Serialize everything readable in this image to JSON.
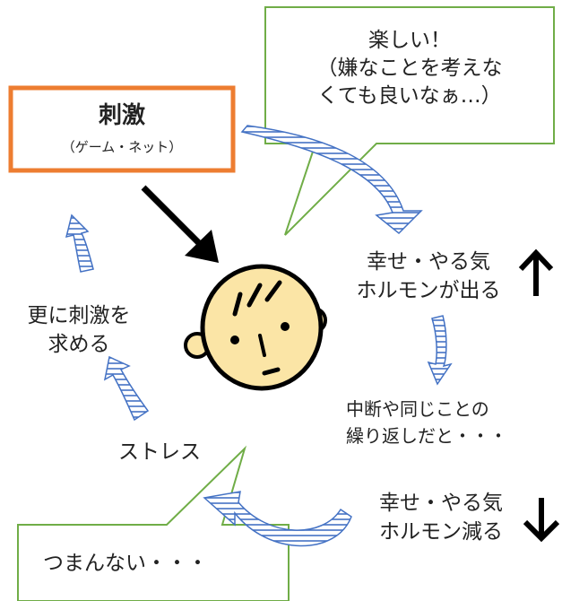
{
  "stimulus": {
    "title": "刺激",
    "subtitle": "（ゲーム・ネット）"
  },
  "bubble_top": {
    "line1": "楽しい！",
    "line2": "（嫌なことを考えな",
    "line3": "くても良いなぁ…）"
  },
  "happy_up": {
    "line1": "幸せ・やる気",
    "line2": "ホルモンが出る"
  },
  "interrupt": {
    "line1": "中断や同じことの",
    "line2": "繰り返しだと・・・"
  },
  "happy_down": {
    "line1": "幸せ・やる気",
    "line2": "ホルモン減る"
  },
  "stress": {
    "label": "ストレス"
  },
  "seek_more": {
    "line1": "更に刺激を",
    "line2": "求める"
  },
  "bubble_bottom": {
    "text": "つまんない・・・"
  },
  "colors": {
    "stimulus_border": "#ed7d31",
    "bubble_border": "#70ad47",
    "arrow_stroke": "#4472c4",
    "face_fill": "#fbe5a6"
  }
}
